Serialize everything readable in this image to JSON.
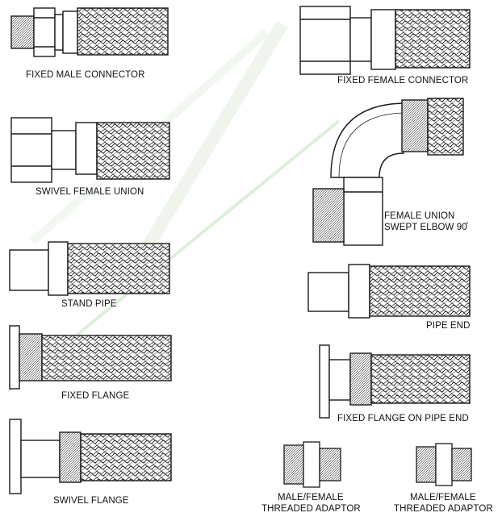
{
  "fittings": [
    {
      "id": "fixed-male-connector",
      "label": "FIXED MALE CONNECTOR"
    },
    {
      "id": "fixed-female-connector",
      "label": "FIXED FEMALE CONNECTOR"
    },
    {
      "id": "swivel-female-union",
      "label": "SWIVEL FEMALE UNION"
    },
    {
      "id": "female-union-swept-elbow",
      "label_line1": "FEMALE UNION",
      "label_line2": "SWEPT ELBOW 90̊"
    },
    {
      "id": "stand-pipe",
      "label": "STAND PIPE"
    },
    {
      "id": "pipe-end",
      "label": "PIPE END"
    },
    {
      "id": "fixed-flange",
      "label": "FIXED FLANGE"
    },
    {
      "id": "fixed-flange-on-pipe-end",
      "label": "FIXED FLANGE ON PIPE END"
    },
    {
      "id": "swivel-flange",
      "label": "SWIVEL FLANGE"
    },
    {
      "id": "male-female-adaptor-1",
      "label_line1": "MALE/FEMALE",
      "label_line2": "THREADED ADAPTOR"
    },
    {
      "id": "male-female-adaptor-2",
      "label_line1": "MALE/FEMALE",
      "label_line2": "THREADED ADAPTOR"
    }
  ],
  "colors": {
    "ink": "#1a1a1a",
    "watermark": "#d7ecd4",
    "paper": "#ffffff"
  }
}
